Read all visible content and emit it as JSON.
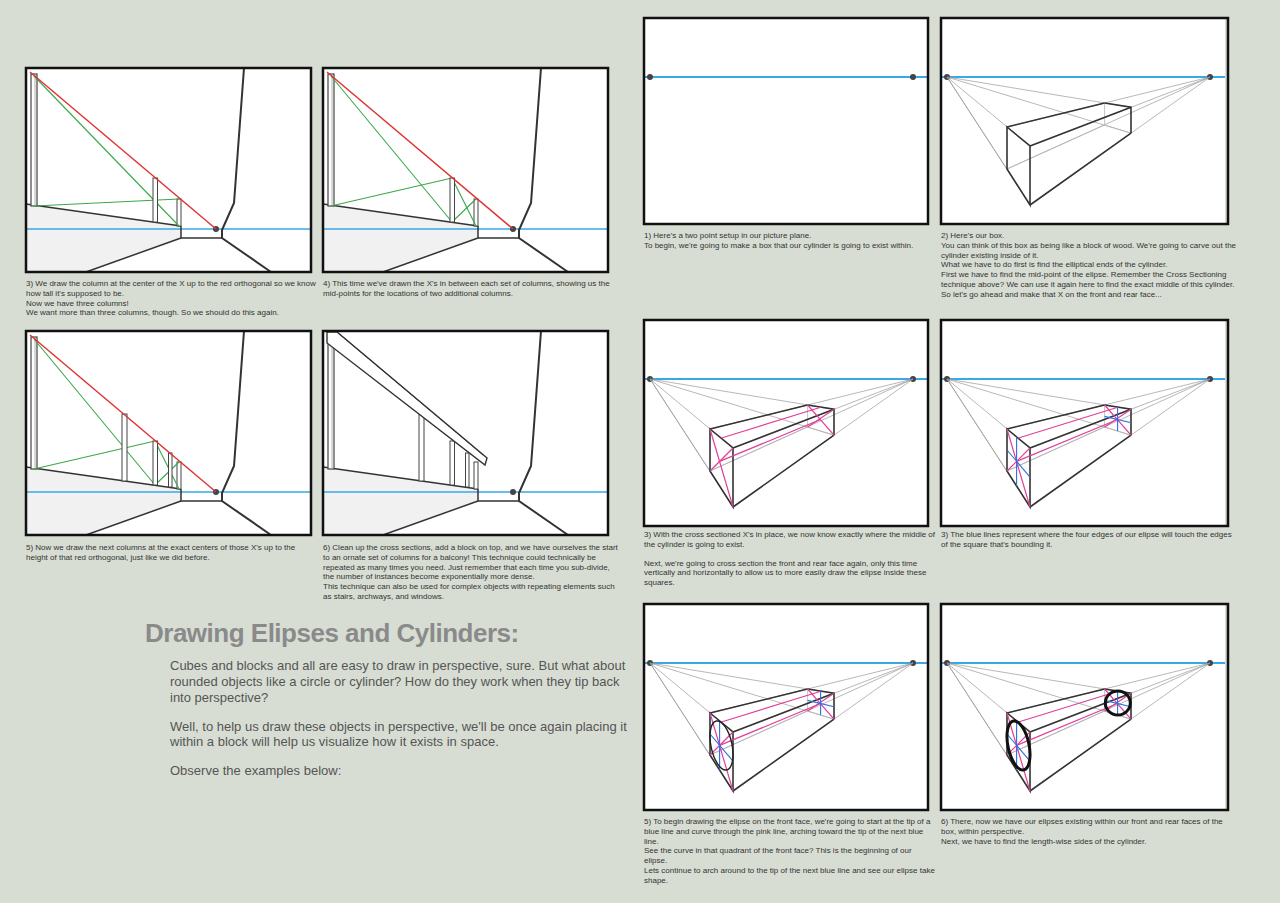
{
  "diagram": {
    "title": "Drawing Elipses and Cylinders:",
    "labels": [
      "3) We draw the column at the center of the X up to the red orthogonal so we know how tall it's supposed to be.",
      "Now we have three columns!",
      "We want more than three columns, though. So we should do this again.",
      "4) This time we've drawn the X's in between each set of columns, showing us the mid-points for the locations of two additional columns.",
      "5) Now we draw the next columns at the exact centers of those X's up to the height of that red orthogonal, just like we did before.",
      "6) Clean up the cross sections, add a block on top, and we have ourselves the start to an ornate set of columns for a balcony! This technique could technically be repeated as many times you need. Just remember that each time you sub-divide, the number of instances become exponentially more dense.",
      "This technique can also be used for complex objects with repeating elements such as stairs, archways, and windows.",
      "Cubes and blocks and all are easy to draw in perspective, sure. But what about rounded objects like a circle or cylinder? How do they work when they tip back into perspective?",
      "Well, to help us draw these objects in perspective, we'll be once again placing it within a block will help us visualize how it exists in space.",
      "Observe the examples below:",
      "1) Here's a two point setup in our picture plane.",
      "To begin, we're going to make a box that our cylinder is going to exist within.",
      "2) Here's our box.",
      "You can think of this box as being like a block of wood. We're going to carve out the cylinder existing inside of it.",
      "What we have to do first is find the elliptical ends of the cylinder.",
      "First we have to find the mid-point of the elipse. Remember the Cross Sectioning technique above? We can use it again here to find the exact middle of this cylinder.",
      "So let's go ahead and make that X on the front and rear face...",
      "3) With the cross sectioned X's in place, we now know exactly where the middle of the cylinder is going to exist.",
      "Next, we're going to cross section the front and rear face again, only this time vertically and horizontally to allow us to more easily draw the elipse inside these squares.",
      "3) The blue lines represent where the four edges of our elipse will touch the edges of the square that's bounding it.",
      "5) To begin drawing the elipse on the front face, we're going to start at the tip of a blue line and curve through the pink line, arching toward the tip of the next blue line.",
      "See the curve in that quadrant of the front face? This is the beginning of our elipse.",
      "Lets continue to arch around to the tip of the next blue line and see our elipse take shape.",
      "6) There, now we have our elipses existing within our front and rear faces of the box, within perspective.",
      "Next, we have to find the length-wise sides of the cylinder."
    ]
  }
}
